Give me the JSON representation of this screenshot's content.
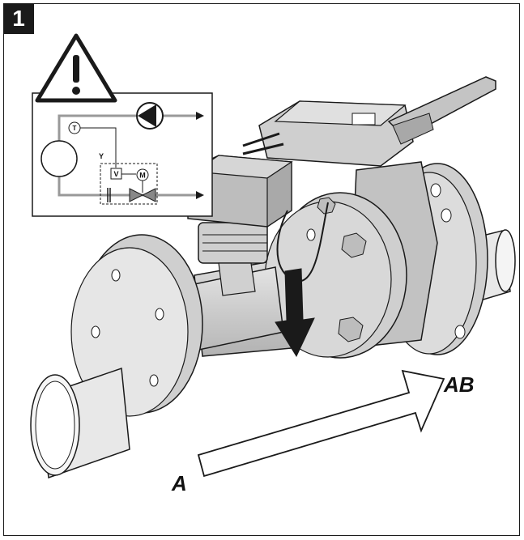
{
  "step": {
    "number": "1"
  },
  "labels": {
    "inlet": "A",
    "outlet": "AB"
  },
  "schematic": {
    "temp_symbol": "T",
    "signal_symbol": "Y",
    "valve_symbol": "V",
    "motor_symbol": "M"
  },
  "icons": [
    "warning-triangle-icon",
    "pump-icon",
    "flow-direction-arrow-icon",
    "push-down-arrow-icon"
  ],
  "colors": {
    "line": "#1a1a1a",
    "fill": "#d0d0d0",
    "fill_dark": "#a8a8a8",
    "paper": "#ffffff"
  }
}
